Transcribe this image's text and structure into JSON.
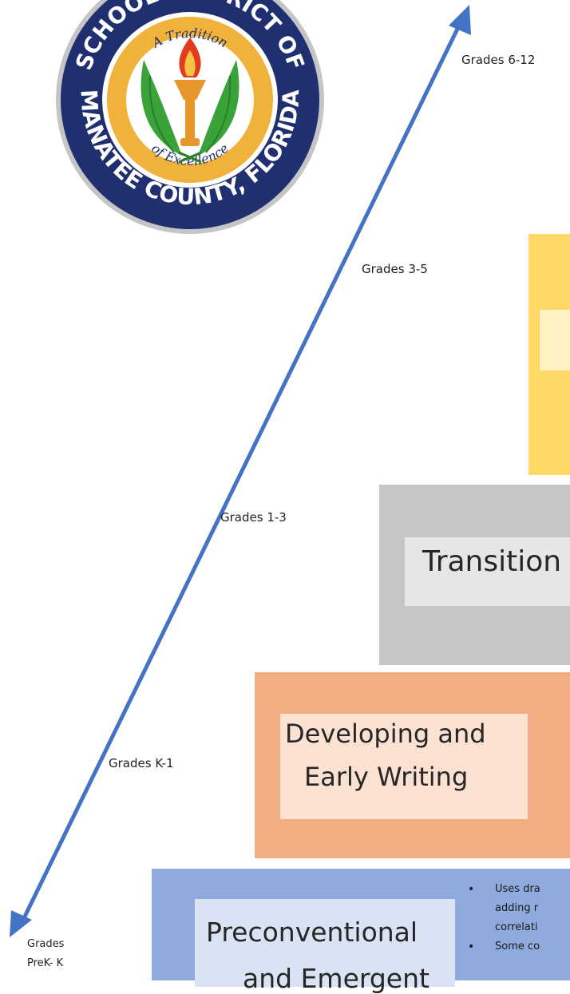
{
  "seal": {
    "top_text": "SCHOOL DISTRICT OF",
    "bottom_text": "MANATEE COUNTY, FLORIDA",
    "inner_top": "A Tradition",
    "inner_bottom": "of Excellence",
    "colors": {
      "outer_ring": "#1f2f6f",
      "gold": "#f0b23a",
      "leaf": "#39a33a",
      "torch": "#e7962c",
      "flame": "#e23b1e"
    }
  },
  "grade_labels": {
    "g6_12": "Grades 6-12",
    "g3_5": "Grades 3-5",
    "g1_3": "Grades 1-3",
    "gK_1": "Grades K-1",
    "gPreK_line1": "Grades",
    "gPreK_line2": "PreK- K"
  },
  "steps": {
    "transition": {
      "label": "Transition"
    },
    "developing": {
      "line1": "Developing and",
      "line2": "Early Writing"
    },
    "preconventional": {
      "line1": "Preconventional",
      "line2": "and Emergent",
      "bullets": [
        [
          "Uses dra",
          "adding r",
          "correlati"
        ],
        [
          "Some co"
        ]
      ]
    }
  },
  "colors": {
    "arrow": "#4472c4",
    "yellow": "#ffd866",
    "gray": "#c6c6c6",
    "orange": "#f2ae82",
    "blue": "#8faadc"
  }
}
